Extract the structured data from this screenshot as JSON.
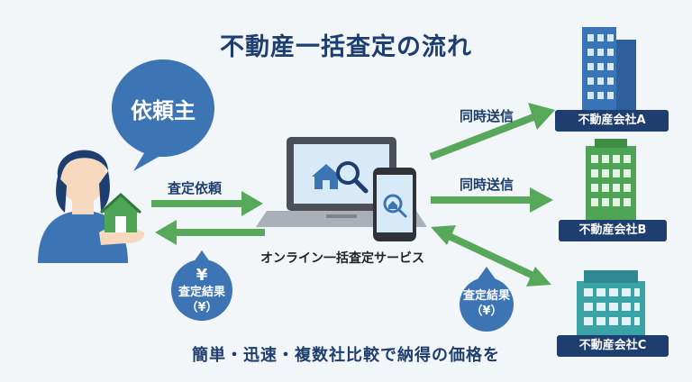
{
  "title": "不動産一括査定の流れ",
  "requester": {
    "bubble": "依頼主"
  },
  "request_label": "査定依頼",
  "service_label": "オンライン一括査定サービス",
  "broadcast": {
    "label_a": "同時送信",
    "label_b": "同時送信"
  },
  "results": {
    "left": {
      "symbol": "¥",
      "line1": "査定結果",
      "line2": "（¥）"
    },
    "right": {
      "line1": "査定結果",
      "line2": "（¥）"
    }
  },
  "companies": [
    {
      "name": "不動産会社A",
      "color": "#3a74b8"
    },
    {
      "name": "不動産会社B",
      "color": "#4ea556"
    },
    {
      "name": "不動産会社C",
      "color": "#3aa3a8"
    }
  ],
  "footer": "簡単・迅速・複数社比較で納得の価格を",
  "colors": {
    "title": "#1d3e6e",
    "arrow": "#57a85a",
    "bubble": "#3c74b4",
    "person": "#3c74b4",
    "house": "#4ea556",
    "background": "#f3f6f9"
  }
}
